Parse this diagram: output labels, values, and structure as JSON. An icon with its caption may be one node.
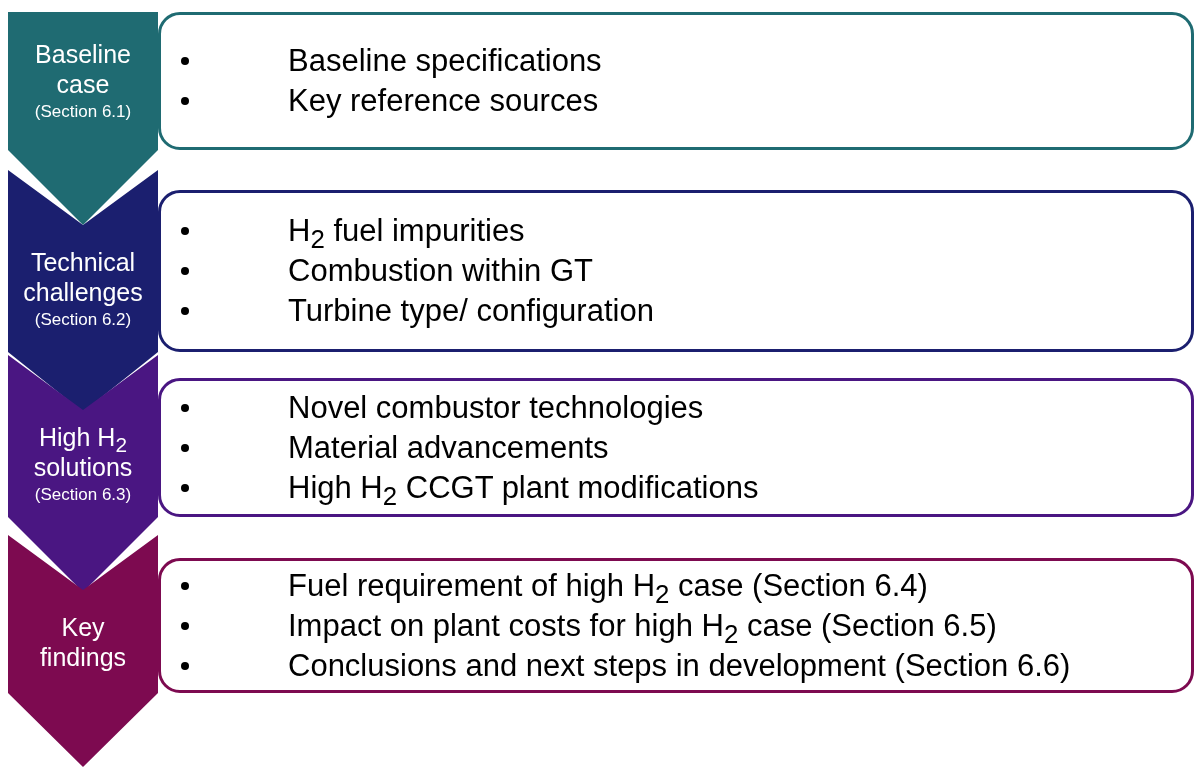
{
  "diagram": {
    "nodes": [
      {
        "text": [
          "Baseline case",
          "(Section 6.1)"
        ]
      },
      {
        "text": [
          "Baseline specifications",
          "Key reference sources"
        ]
      },
      {
        "text": [
          "Technical challenges",
          "(Section 6.2)"
        ]
      },
      {
        "text": [
          "H$_{2}$ fuel impurities",
          "Combustion within GT",
          "Turbine type/ configuration"
        ]
      },
      {
        "text": [
          "High H$_{2}$ solutions",
          "(Section 6.3)"
        ]
      },
      {
        "text": [
          "Novel combustor technologies",
          "Material advancements",
          "High H$_{2}$ CCGT plant modifications"
        ]
      },
      {
        "text": [
          "Key findings"
        ]
      },
      {
        "text": [
          "Fuel requirement of high H$_{2}$ case (Section 6.4)",
          "Impact on plant costs for high H$_{2}$ case (Section 6.5)",
          "Conclusions and next steps in development (Section 6.6)"
        ]
      }
    ]
  }
}
